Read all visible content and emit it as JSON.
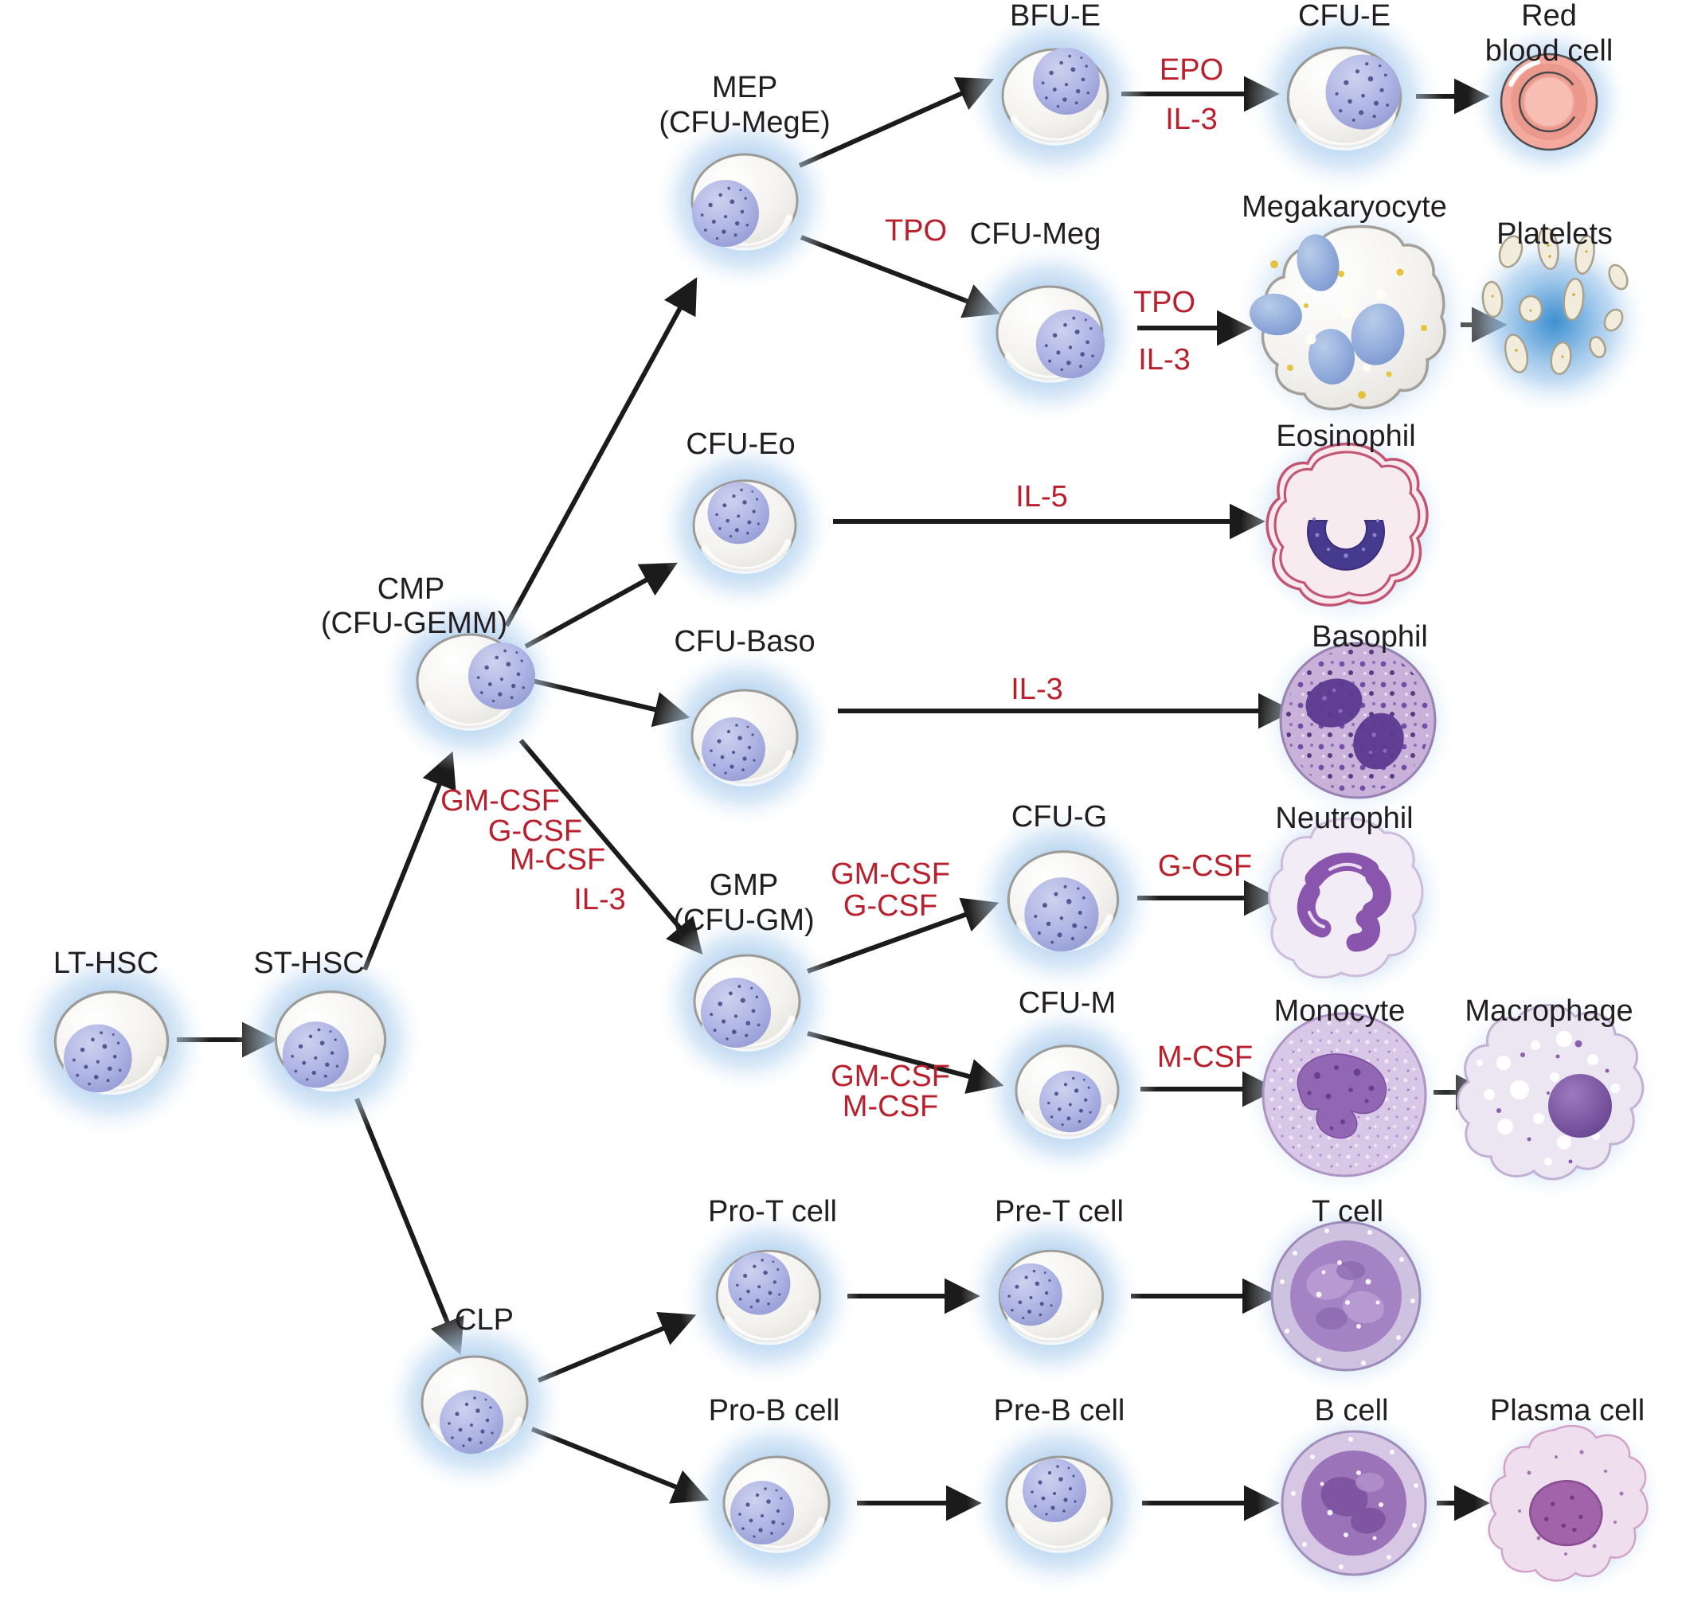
{
  "colors": {
    "factor_text": "#b91f2c",
    "label_text": "#221e1f",
    "arrow": "#1b1b1b",
    "cell_glow_blue": "#b5d3ef",
    "cell_body": "#f3f2ef",
    "nucleus_purple": "#aeb4e4",
    "rbc_pink": "#f4a99e",
    "eosinophil_red": "#d4374e",
    "basophil_purple": "#5c3a90",
    "neutrophil_purple": "#8a55ac",
    "monocyte_purple": "#9166b2"
  },
  "cells": {
    "lt_hsc": {
      "label": "LT-HSC"
    },
    "st_hsc": {
      "label": "ST-HSC"
    },
    "cmp": {
      "label": "CMP",
      "sublabel": "(CFU-GEMM)"
    },
    "clp": {
      "label": "CLP"
    },
    "mep": {
      "label": "MEP",
      "sublabel": "(CFU-MegE)"
    },
    "gmp": {
      "label": "GMP",
      "sublabel": "(CFU-GM)"
    },
    "bfu_e": {
      "label": "BFU-E"
    },
    "cfu_e": {
      "label": "CFU-E"
    },
    "rbc": {
      "label": "Red",
      "label2": "blood cell"
    },
    "cfu_meg": {
      "label": "CFU-Meg"
    },
    "megakaryocyte": {
      "label": "Megakaryocyte"
    },
    "platelets": {
      "label": "Platelets"
    },
    "cfu_eo": {
      "label": "CFU-Eo"
    },
    "eosinophil": {
      "label": "Eosinophil"
    },
    "cfu_baso": {
      "label": "CFU-Baso"
    },
    "basophil": {
      "label": "Basophil"
    },
    "cfu_g": {
      "label": "CFU-G"
    },
    "neutrophil": {
      "label": "Neutrophil"
    },
    "cfu_m": {
      "label": "CFU-M"
    },
    "monocyte": {
      "label": "Monocyte"
    },
    "macrophage": {
      "label": "Macrophage"
    },
    "pro_t": {
      "label": "Pro-T cell"
    },
    "pre_t": {
      "label": "Pre-T cell"
    },
    "t_cell": {
      "label": "T cell"
    },
    "pro_b": {
      "label": "Pro-B cell"
    },
    "pre_b": {
      "label": "Pre-B cell"
    },
    "b_cell": {
      "label": "B cell"
    },
    "plasma_cell": {
      "label": "Plasma cell"
    }
  },
  "factors": {
    "cmp_region": [
      "GM-CSF",
      "G-CSF",
      "M-CSF",
      "IL-3"
    ],
    "erythroid": [
      "EPO",
      "IL-3"
    ],
    "mep_to_cfu_meg": [
      "TPO"
    ],
    "meg_maturation": [
      "TPO",
      "IL-3"
    ],
    "eosinophil_path": [
      "IL-5"
    ],
    "basophil_path": [
      "IL-3"
    ],
    "gmp_to_cfu_g": [
      "GM-CSF",
      "G-CSF"
    ],
    "cfu_g_to_neutrophil": [
      "G-CSF"
    ],
    "gmp_to_cfu_m": [
      "GM-CSF",
      "M-CSF"
    ],
    "cfu_m_to_monocyte": [
      "M-CSF"
    ]
  }
}
